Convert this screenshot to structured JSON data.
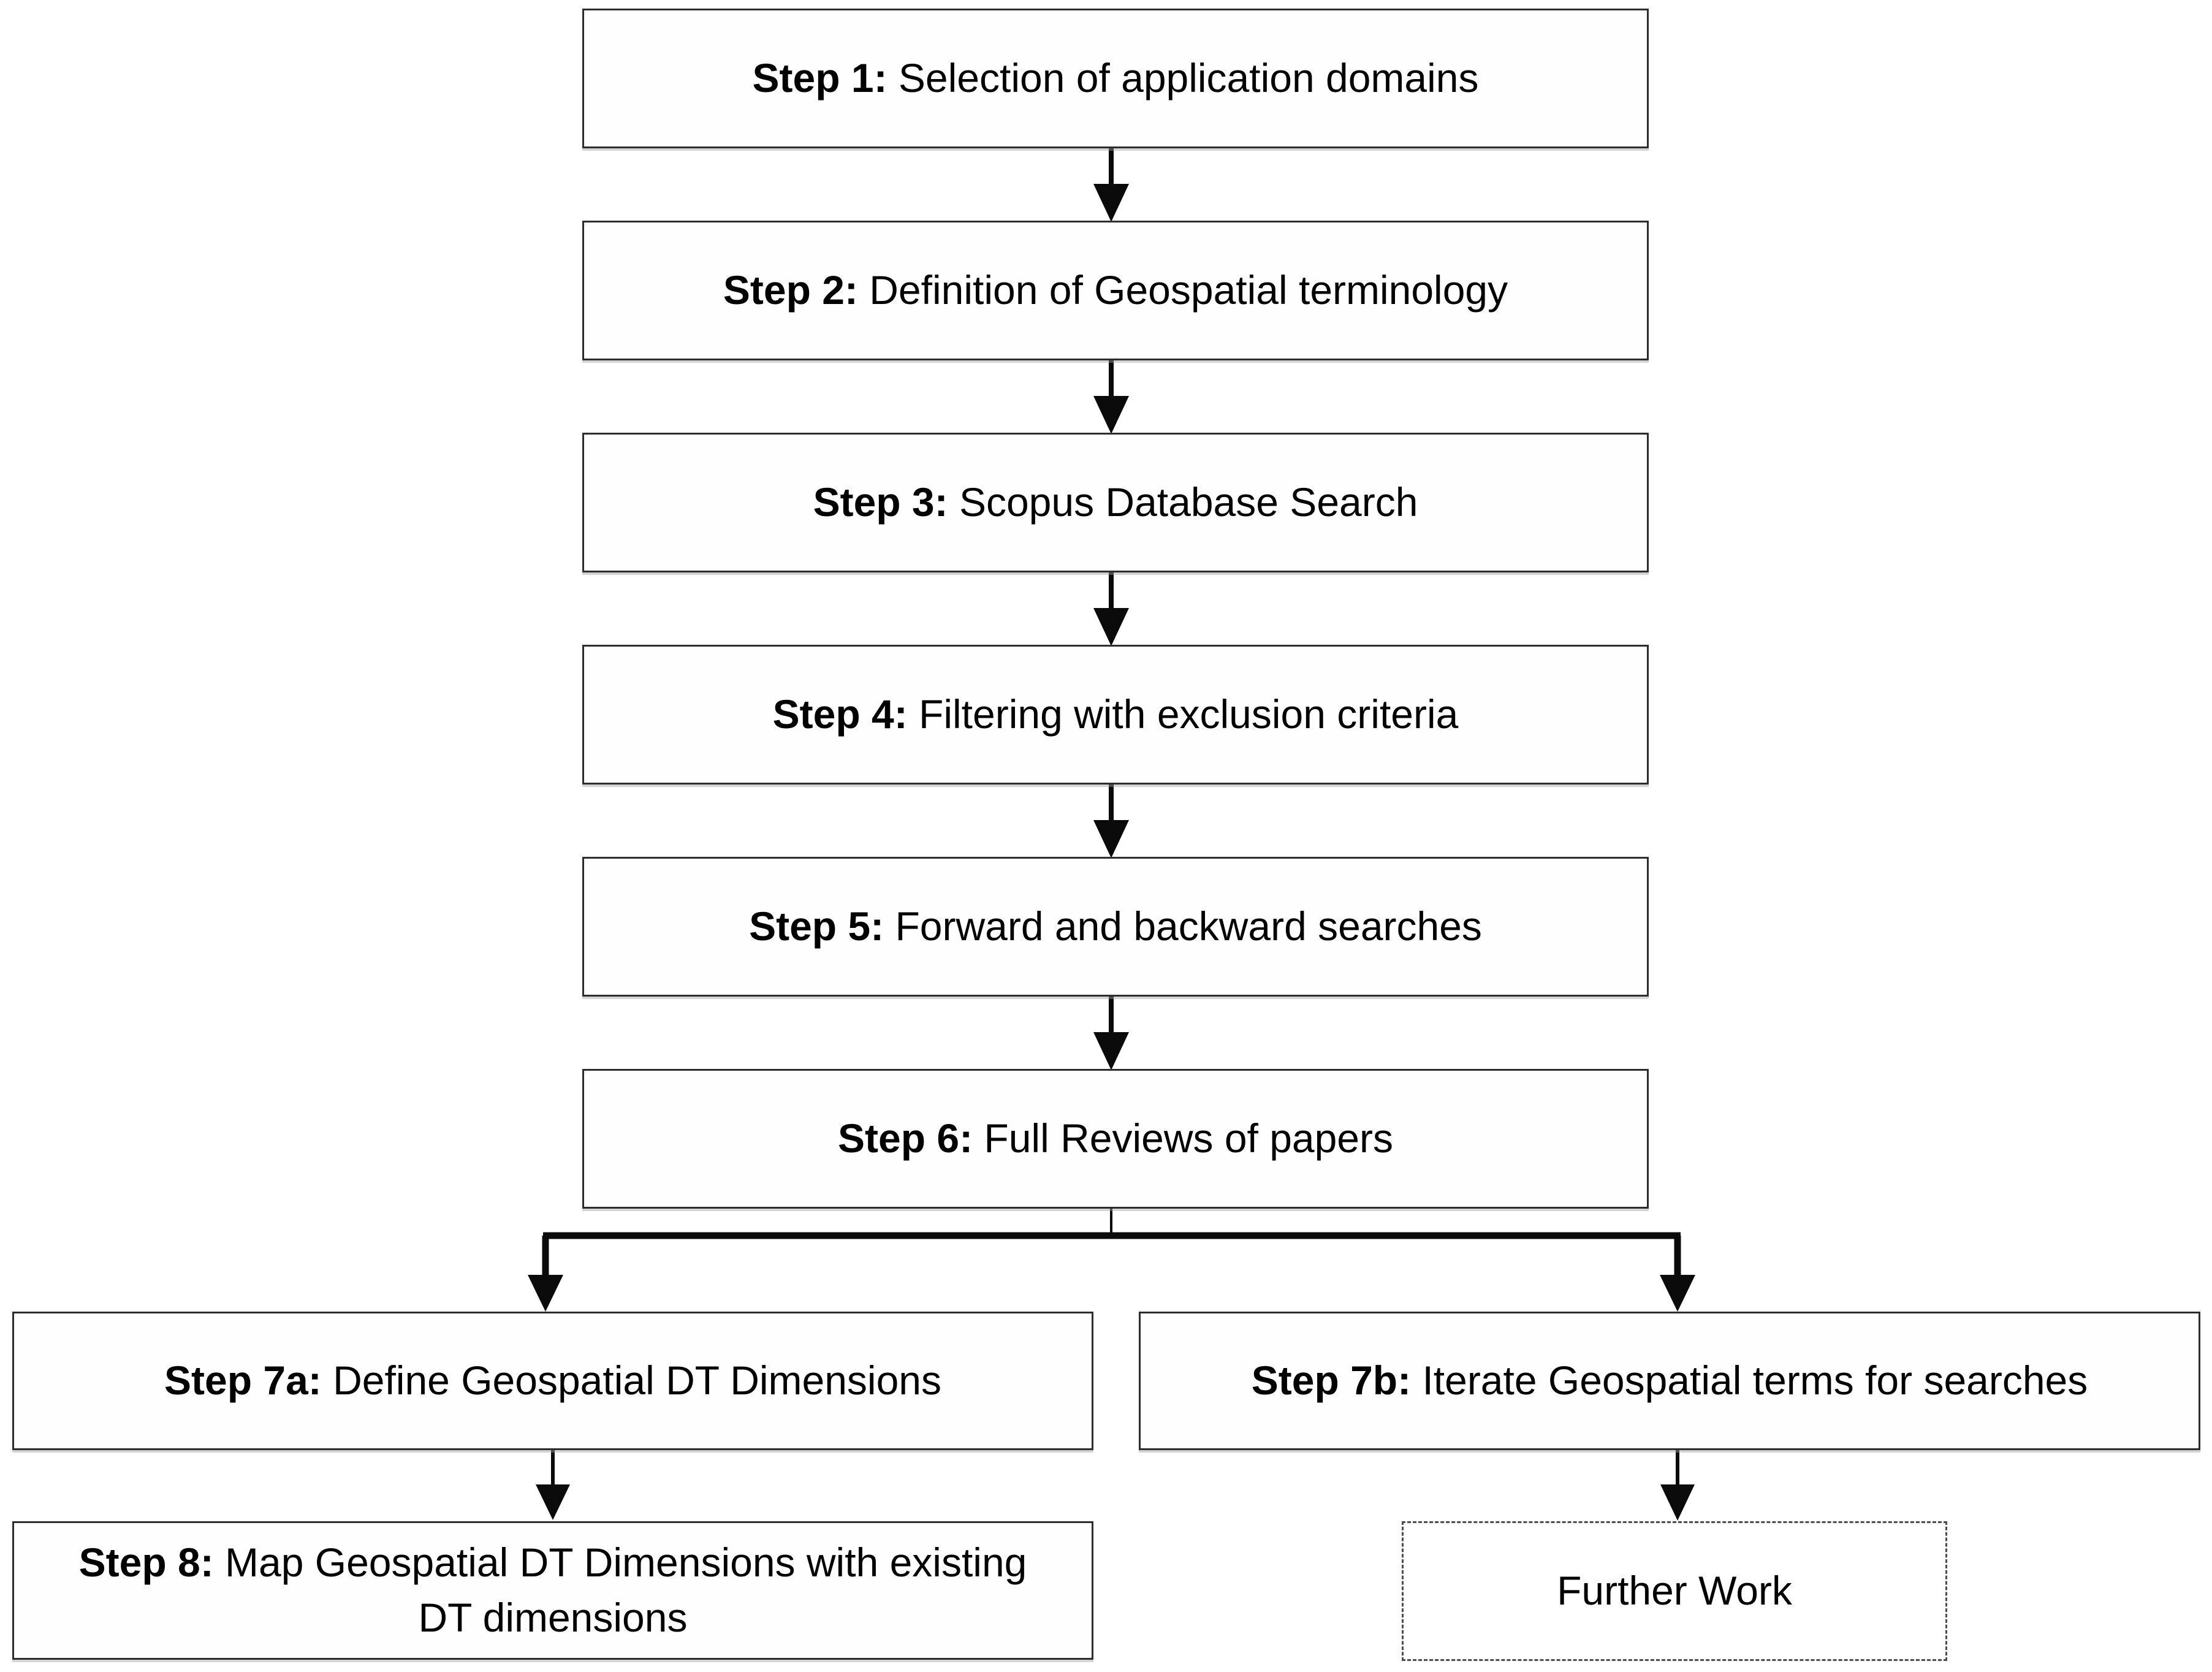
{
  "figure": {
    "type": "flowchart",
    "title": "Research methodology steps flowchart"
  },
  "colors": {
    "background": "#ffffff",
    "ink": "#0a0a0a",
    "box_border": "#2d2d2d",
    "dashed_border": "#4d4d4d"
  },
  "flowchart": {
    "steps": [
      {
        "prefix": "Step 1: ",
        "label": "Selection of application domains"
      },
      {
        "prefix": "Step 2: ",
        "label": "Definition of Geospatial terminology"
      },
      {
        "prefix": "Step 3: ",
        "label": "Scopus Database Search"
      },
      {
        "prefix": "Step 4: ",
        "label": "Filtering with exclusion criteria"
      },
      {
        "prefix": "Step 5: ",
        "label": "Forward and backward searches"
      },
      {
        "prefix": "Step 6: ",
        "label": "Full Reviews of papers"
      }
    ],
    "branch_left": {
      "prefix": "Step 7a: ",
      "label": "Define Geospatial DT Dimensions"
    },
    "branch_right": {
      "prefix": "Step 7b: ",
      "label": "Iterate Geospatial terms for searches"
    },
    "step8": {
      "prefix": "Step 8: ",
      "line1": "Map Geospatial DT Dimensions with existing",
      "line2": "DT dimensions"
    },
    "further_work": {
      "label": "Further Work"
    }
  }
}
